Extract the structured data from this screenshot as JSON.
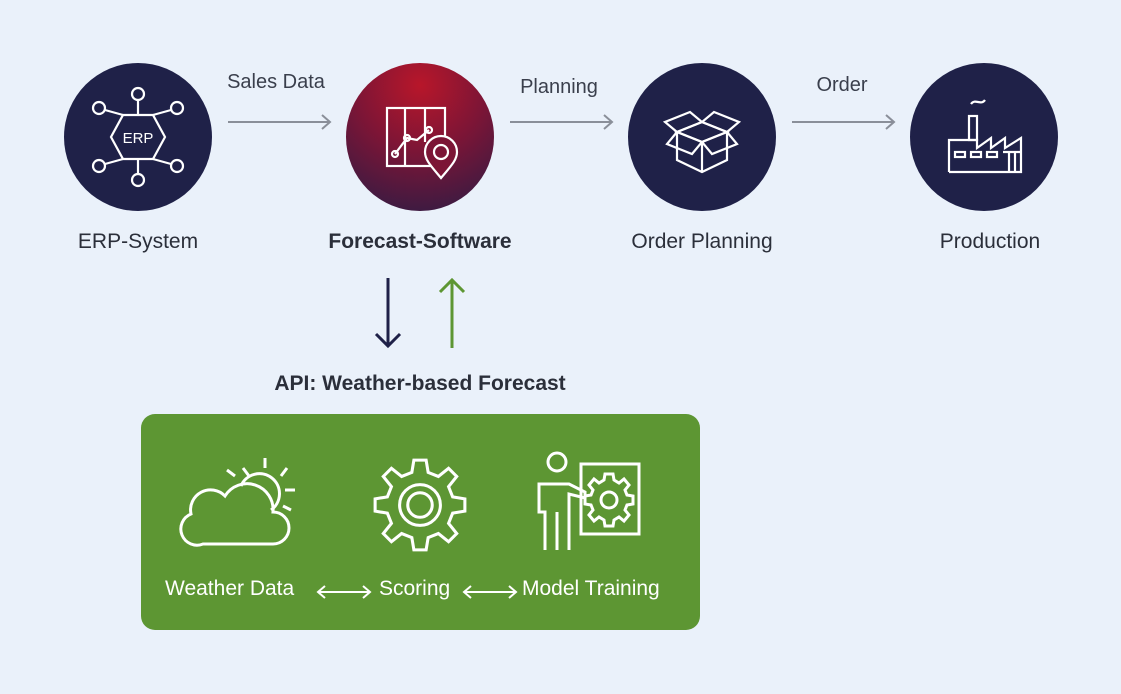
{
  "nodes": [
    {
      "id": "erp",
      "label": "ERP-System",
      "icon_text": "ERP",
      "icon": "erp-network-icon"
    },
    {
      "id": "forecast",
      "label": "Forecast-Software",
      "icon": "map-chart-pin-icon"
    },
    {
      "id": "planning",
      "label": "Order Planning",
      "icon": "open-box-icon"
    },
    {
      "id": "production",
      "label": "Production",
      "icon": "factory-icon"
    }
  ],
  "edges": [
    {
      "from": "erp",
      "to": "forecast",
      "label": "Sales Data"
    },
    {
      "from": "forecast",
      "to": "planning",
      "label": "Planning"
    },
    {
      "from": "planning",
      "to": "production",
      "label": "Order"
    }
  ],
  "api": {
    "title": "API: Weather-based Forecast",
    "items": [
      {
        "label": "Weather Data",
        "icon": "cloud-sun-icon"
      },
      {
        "label": "Scoring",
        "icon": "gear-icon"
      },
      {
        "label": "Model Training",
        "icon": "presenter-gear-icon"
      }
    ]
  },
  "colors": {
    "background": "#eaf1fa",
    "node": "#1f2148",
    "highlight": "#b8162a",
    "api_box": "#5d9633",
    "down_arrow": "#1f2148",
    "up_arrow": "#5d9633",
    "edge_arrow": "#8a8f99"
  }
}
